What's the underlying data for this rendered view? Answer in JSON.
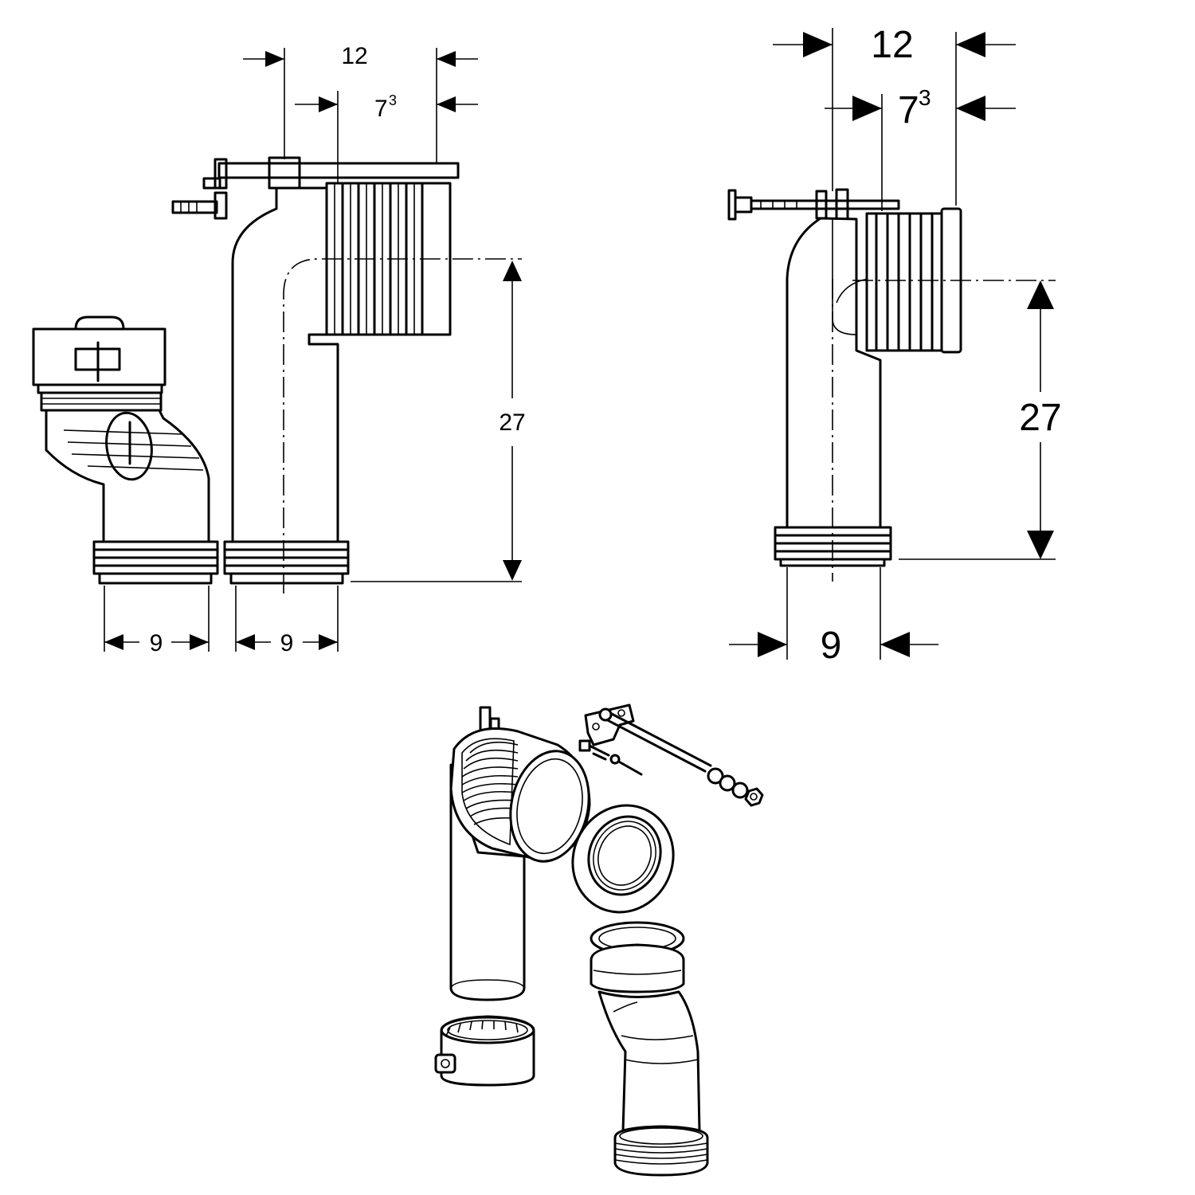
{
  "drawing_a": {
    "dim_width_outer": "12",
    "dim_width_inner_base": "7",
    "dim_width_inner_sup": "3",
    "dim_height": "27",
    "dim_bottom_left": "9",
    "dim_bottom_right": "9"
  },
  "drawing_b": {
    "dim_width_outer": "12",
    "dim_width_inner_base": "7",
    "dim_width_inner_sup": "3",
    "dim_height": "27",
    "dim_bottom": "9"
  },
  "exploded_view": {
    "parts": [
      "bend-pipe",
      "mounting-set",
      "connection-seal",
      "pipe-clamp",
      "offset-connector"
    ]
  }
}
